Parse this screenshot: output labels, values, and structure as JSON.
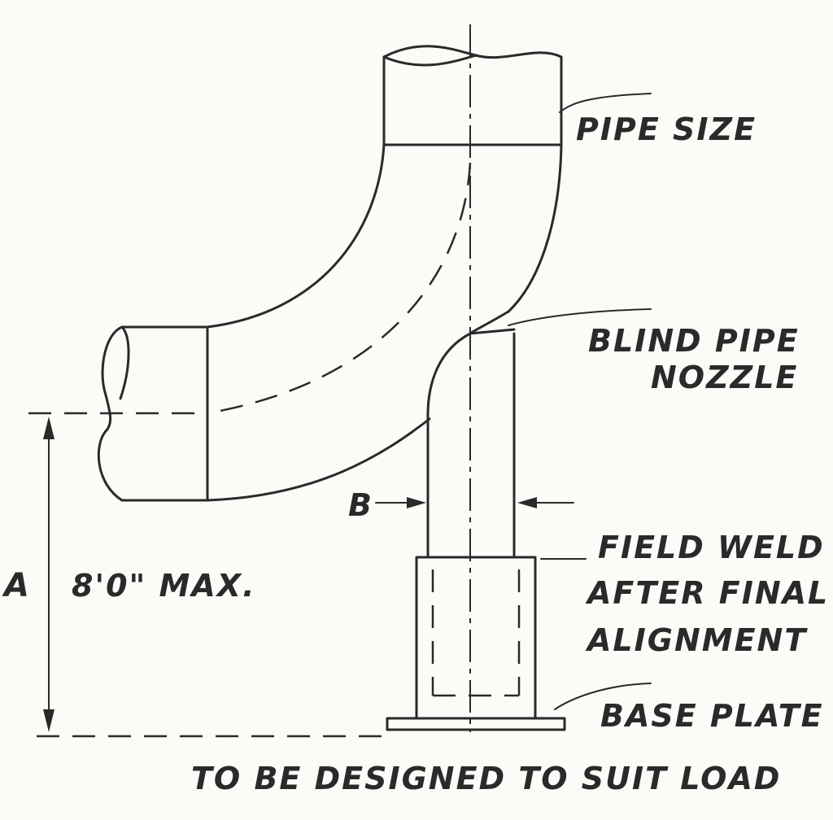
{
  "labels": {
    "pipe_size": "PIPE SIZE",
    "blind_pipe_line1": "BLIND PIPE",
    "blind_pipe_line2": "NOZZLE",
    "dim_b": "B",
    "dim_a": "A",
    "dim_a_value": "8'0\" MAX.",
    "field_weld_line1": "FIELD WELD",
    "field_weld_line2": "AFTER FINAL",
    "field_weld_line3": "ALIGNMENT",
    "base_plate": "BASE PLATE",
    "footer": "TO BE DESIGNED TO SUIT LOAD"
  },
  "colors": {
    "ink": "#2a2a2a",
    "paper": "#fbfbf8"
  }
}
